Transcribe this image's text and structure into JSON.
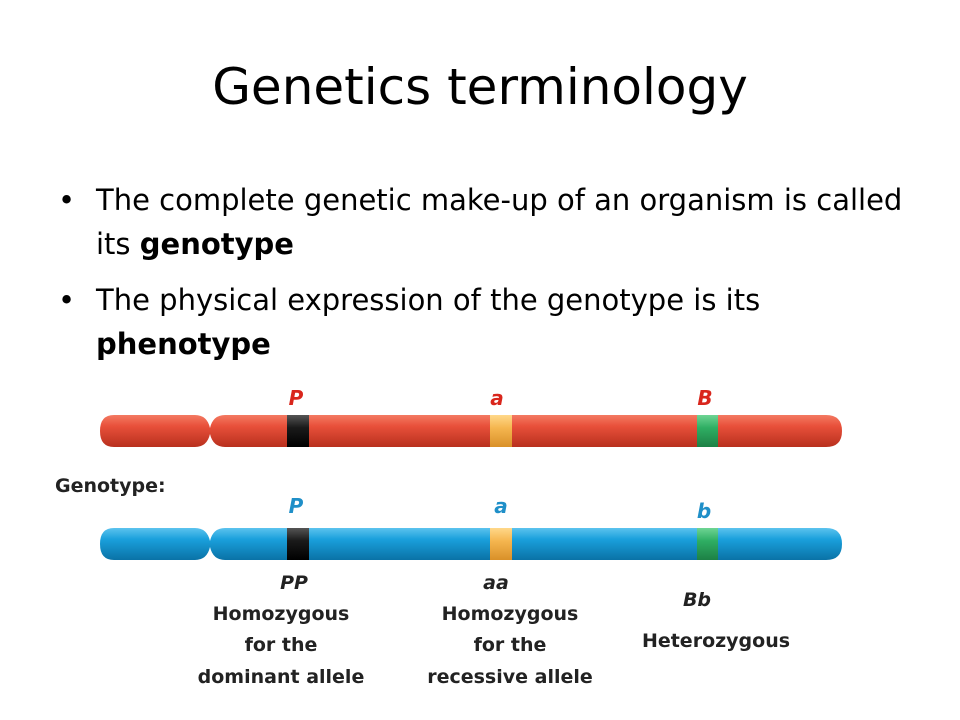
{
  "title": "Genetics terminology",
  "bullets": [
    {
      "text": "The complete genetic make-up of an organism is called its ",
      "bold": "genotype"
    },
    {
      "text": "The physical expression of the genotype is its ",
      "bold": "phenotype"
    }
  ],
  "diagram": {
    "genotype_label": "Genotype:",
    "top_chromosome": {
      "color": "#e8503a",
      "alleles": [
        "P",
        "a",
        "B"
      ],
      "allele_color": "#d9261c"
    },
    "bottom_chromosome": {
      "color": "#1aa0dc",
      "alleles": [
        "P",
        "a",
        "b"
      ],
      "allele_color": "#1f8fc8"
    },
    "band_colors": {
      "P": "#1a1a1a",
      "a": "#f5b650",
      "B": "#2fae63"
    },
    "genotypes": [
      {
        "code": "PP",
        "lines": [
          "Homozygous",
          "for the",
          "dominant allele"
        ]
      },
      {
        "code": "aa",
        "lines": [
          "Homozygous",
          "for the",
          "recessive allele"
        ]
      },
      {
        "code": "Bb",
        "lines": [
          "Heterozygous"
        ]
      }
    ]
  }
}
